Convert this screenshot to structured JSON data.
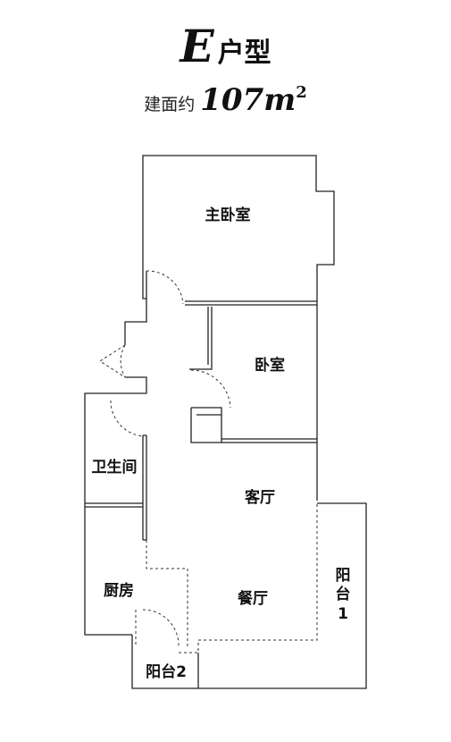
{
  "header": {
    "type_letter": "E",
    "type_suffix": "户型",
    "area_prefix": "建面约",
    "area_value": "107",
    "area_unit": "m",
    "area_unit_power": "2"
  },
  "rooms": {
    "master_bedroom": "主卧室",
    "bedroom": "卧室",
    "bathroom": "卫生间",
    "living_room": "客厅",
    "kitchen": "厨房",
    "dining_room": "餐厅",
    "balcony1_line1": "阳",
    "balcony1_line2": "台",
    "balcony1_line3": "1",
    "balcony2": "阳台2"
  }
}
